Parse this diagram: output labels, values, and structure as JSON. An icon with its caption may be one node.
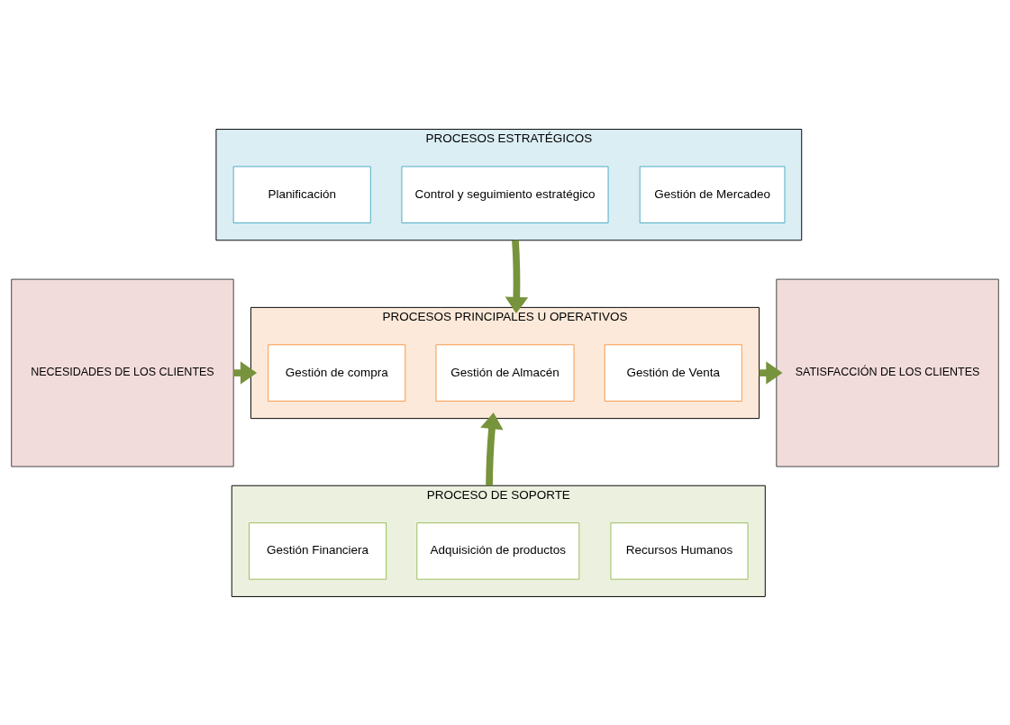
{
  "diagram": {
    "nodes": [
      {
        "text": [
          "NECESIDADES DE LOS CLIENTES"
        ]
      },
      {
        "text": [
          "PROCESOS ESTRATÉGICOS"
        ]
      },
      {
        "text": [
          "Planificación"
        ],
        "in": 1
      },
      {
        "text": [
          "Control y seguimiento estratégico"
        ],
        "in": 1
      },
      {
        "text": [
          "Gestión de Mercadeo"
        ],
        "in": 1
      },
      {
        "text": [
          "PROCESOS PRINCIPALES U OPERATIVOS"
        ]
      },
      {
        "text": [
          "Gestión de compra"
        ],
        "in": 5
      },
      {
        "text": [
          "Gestión de Almacén"
        ],
        "in": 5
      },
      {
        "text": [
          "Gestión de Venta"
        ],
        "in": 5
      },
      {
        "text": [
          "PROCESO DE SOPORTE"
        ]
      },
      {
        "text": [
          "Gestión Financiera"
        ],
        "in": 9
      },
      {
        "text": [
          "Adquisición de productos"
        ],
        "in": 9
      },
      {
        "text": [
          "Recursos Humanos"
        ],
        "in": 9
      },
      {
        "text": [
          "SATISFACCIÓN DE LOS CLIENTES"
        ]
      }
    ],
    "edges": [
      {
        "from": 1,
        "to": 5,
        "arrow": "to"
      },
      {
        "from": 0,
        "to": 5,
        "arrow": "to"
      },
      {
        "from": 5,
        "to": 13,
        "arrow": "to"
      },
      {
        "from": 9,
        "to": 5,
        "arrow": "to"
      }
    ]
  }
}
